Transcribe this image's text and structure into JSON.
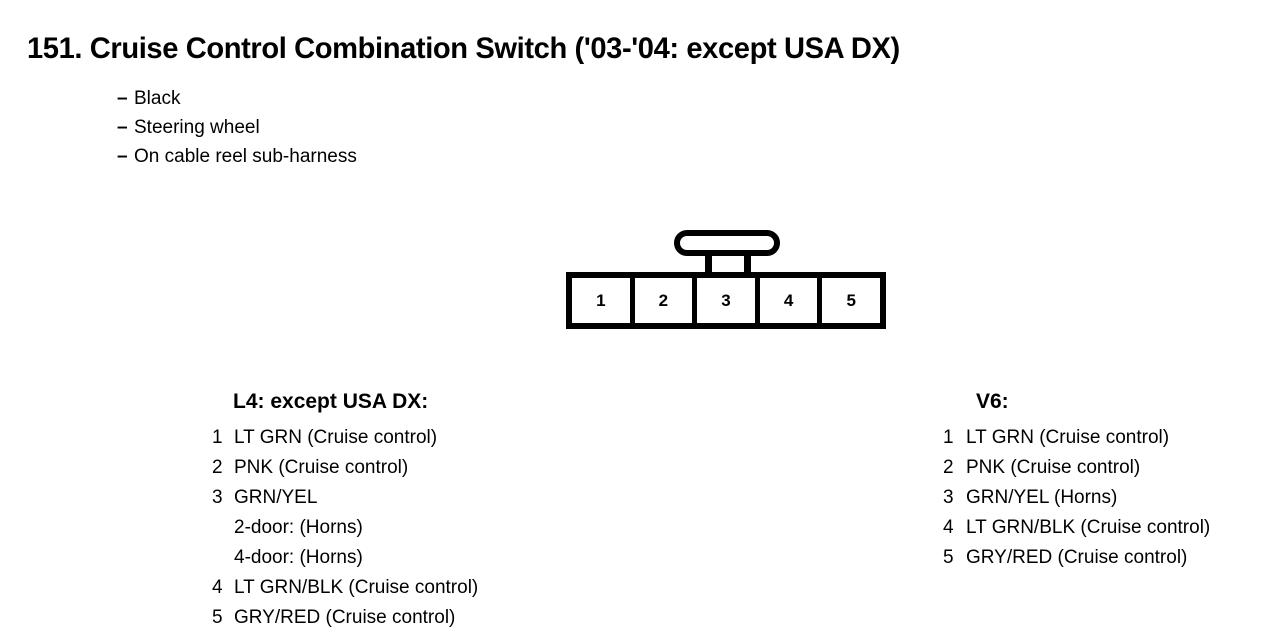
{
  "title": "151. Cruise Control Combination Switch ('03-'04: except USA DX)",
  "notes": {
    "dash": "–",
    "items": [
      "Black",
      "Steering wheel",
      "On cable reel sub-harness"
    ]
  },
  "connector": {
    "pin_count": 5,
    "pins": [
      "1",
      "2",
      "3",
      "4",
      "5"
    ],
    "tab": "latch-tab",
    "outline_color": "#000000",
    "fill_color": "#ffffff"
  },
  "pinouts": [
    {
      "id": "l4",
      "heading": "L4: except USA DX:",
      "rows": [
        {
          "num": "1",
          "label": "LT GRN (Cruise control)",
          "sublines": []
        },
        {
          "num": "2",
          "label": "PNK (Cruise control)",
          "sublines": []
        },
        {
          "num": "3",
          "label": "GRN/YEL",
          "sublines": [
            "2-door: (Horns)",
            "4-door: (Horns)"
          ]
        },
        {
          "num": "4",
          "label": "LT GRN/BLK (Cruise control)",
          "sublines": []
        },
        {
          "num": "5",
          "label": "GRY/RED (Cruise control)",
          "sublines": []
        }
      ]
    },
    {
      "id": "v6",
      "heading": "V6:",
      "rows": [
        {
          "num": "1",
          "label": "LT GRN (Cruise control)",
          "sublines": []
        },
        {
          "num": "2",
          "label": "PNK (Cruise control)",
          "sublines": []
        },
        {
          "num": "3",
          "label": "GRN/YEL (Horns)",
          "sublines": []
        },
        {
          "num": "4",
          "label": "LT GRN/BLK (Cruise control)",
          "sublines": []
        },
        {
          "num": "5",
          "label": "GRY/RED (Cruise control)",
          "sublines": []
        }
      ]
    }
  ]
}
